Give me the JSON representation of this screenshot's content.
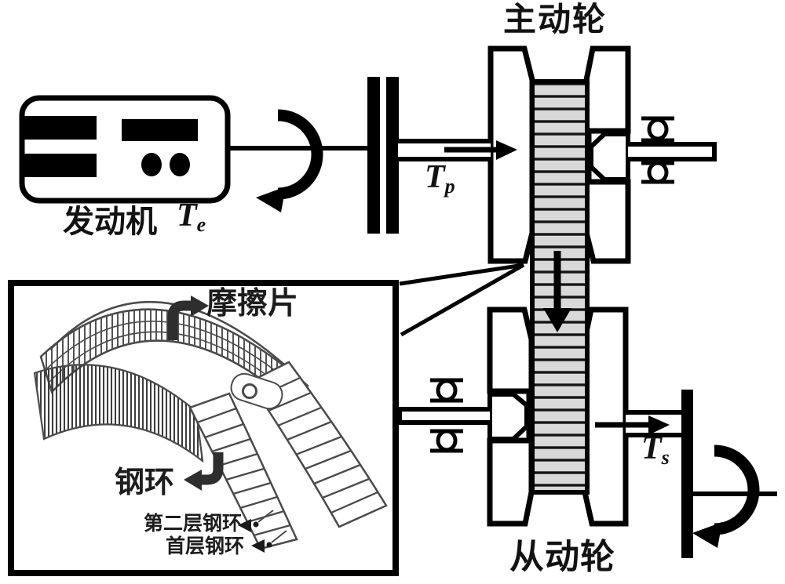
{
  "figure": {
    "background": "#ffffff",
    "ink_color": "#000000",
    "belt_fill": "#d9d9d9",
    "inset_line_color": "#4a4a4a",
    "inset_arrow_color": "#2e2e2e",
    "labels": {
      "driving_pulley": "主动轮",
      "driven_pulley": "从动轮",
      "engine": "发动机",
      "engine_torque_base": "T",
      "engine_torque_sub": "e",
      "primary_torque_base": "T",
      "primary_torque_sub": "p",
      "secondary_torque_base": "T",
      "secondary_torque_sub": "s"
    },
    "inset": {
      "friction_plate_label": "摩擦片",
      "steel_ring_label": "钢环",
      "second_layer_label": "第二层钢环",
      "first_layer_label": "首层钢环"
    }
  }
}
